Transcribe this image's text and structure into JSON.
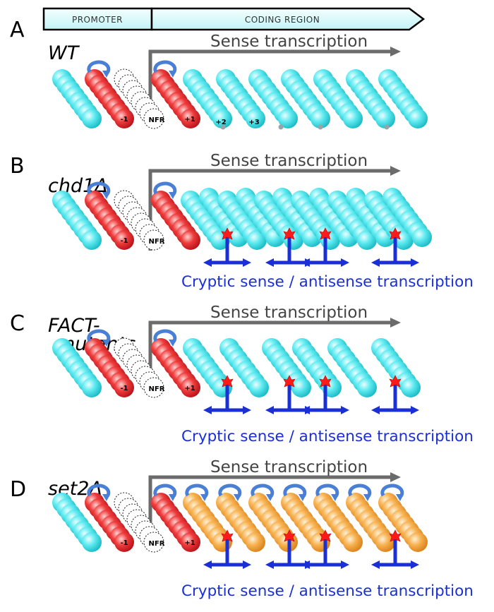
{
  "header": {
    "promoter_label": "PROMOTER",
    "coding_label": "CODING REGION"
  },
  "labels": {
    "sense": "Sense transcription",
    "cryptic": "Cryptic sense / antisense transcription",
    "minus1": "-1",
    "plus1": "+1",
    "plus2": "+2",
    "plus3": "+3",
    "nfr": "NFR"
  },
  "panels": [
    {
      "letter": "A",
      "strain": "WT",
      "strain_line2": "",
      "state": "regular",
      "coding_color": "cyan",
      "cryptic": false
    },
    {
      "letter": "B",
      "strain": "chd1Δ",
      "strain_line2": "",
      "state": "disordered",
      "coding_color": "cyan",
      "cryptic": true
    },
    {
      "letter": "C",
      "strain": "FACT-",
      "strain_line2": "mutants",
      "state": "depleted",
      "coding_color": "cyan",
      "cryptic": true
    },
    {
      "letter": "D",
      "strain": "set2Δ",
      "strain_line2": "",
      "state": "regular",
      "coding_color": "orange",
      "cryptic": true
    }
  ],
  "colors": {
    "cyan": "#3fe3ea",
    "red": "#e8262b",
    "orange": "#f4a23a",
    "arrow_gray": "#6b6b6b",
    "cryptic_blue": "#1a2fd6",
    "remodeler_blue": "#4a7fd6",
    "header_fill": "#d8fbfd"
  }
}
